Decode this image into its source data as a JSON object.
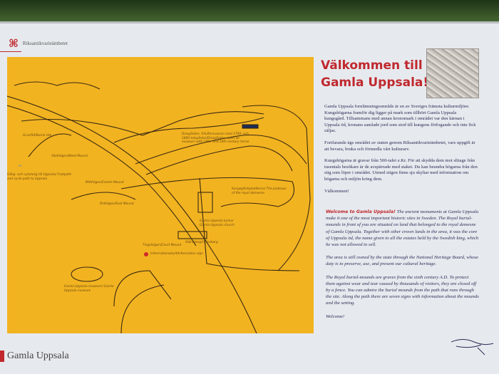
{
  "agency": {
    "logo": "⌘",
    "name": "Riksantikvarieämbetet"
  },
  "title": {
    "line1": "Välkommen till",
    "line2": "Gamla Uppsala!"
  },
  "swedish": [
    "Gamla Uppsala fornlämningsområde är en av Sveriges främsta kulturmiljöer. Kungshögarna framför dig ligger på mark som tillhört Gamla Uppsala kungsgård. Tillsammans med annan kronomark i området var den kärnan i Uppsala öd, kronans samlade jord som stod till kungens förfogande och inte fick säljas.",
    "Fortfarande ägs området av staten genom Riksantikvarieämbetet, vars uppgift är att bevara, bruka och förmedla vårt kulturarv.",
    "Kungshögarna är gravar från 500-talet e.Kr. För att skydda dem mot slitage från tusentals besökare är de avspärrade med staket. Du kan beundra högarna från den stig som löper i området. Utmed stigen finns sju skyltar med information om högarna och miljön kring dem.",
    "Välkommen!"
  ],
  "english": {
    "heading": "Welcome to Gamla Uppsala!",
    "p1": "The ancient monuments at Gamla Uppsala make it one of the most important historic sites in Sweden. The Royal burial-mounds in front of you are situated on land that belonged to the royal demesne of Gamla Uppsala. Together with other crown lands in the area, it was the core of Uppsala öd, the name given to all the estates held by the Swedish king, which he was not allowed to sell.",
    "p2": "The area is still owned by the state through the National Heritage Board, whose duty is to preserve, use, and present our cultural heritage.",
    "p3": "The Royal burial-mounds are graves from the sixth century A.D. To protect them against wear and tear caused by thousands of visitors, they are closed off by a fence. You can admire the burial mounds from the path that runs through the site. Along the path there are seven signs with information about the mounds and the setting.",
    "p4": "Welcome!"
  },
  "map": {
    "labels": {
      "gravfalt": "Gravfält/Burial site",
      "vastra": "Västhögen/West Mound",
      "cykel": "Gång- och cykelväg till Uppsala/ Footpath and cycle path to Uppsala",
      "mitt": "Mitthögen/Centre Mound",
      "ostra": "Östhögen/East Mound",
      "disagarden": "Disagården, friluftsmuseum med 1700- och 1800-talsgårdar/Disagården, open-air museum with 18th- and 19th-century farms",
      "plataer": "Kungsgårdsplatåerna/ The plateaus of the royal demesne",
      "kyrka": "Gamla Uppsala kyrka/ Gamla Uppsala church",
      "odinsborg": "Odinsborg/Odinsborg",
      "tings": "Tingshögen/Court Mound",
      "info": "Informationsskylt/Information sign",
      "museum": "Gamla Uppsala museum/ Gamla Uppsala museum"
    },
    "colors": {
      "map": "#f2b321",
      "accent": "#c0282e"
    }
  },
  "footer": {
    "brand": "Gamla Uppsala"
  }
}
